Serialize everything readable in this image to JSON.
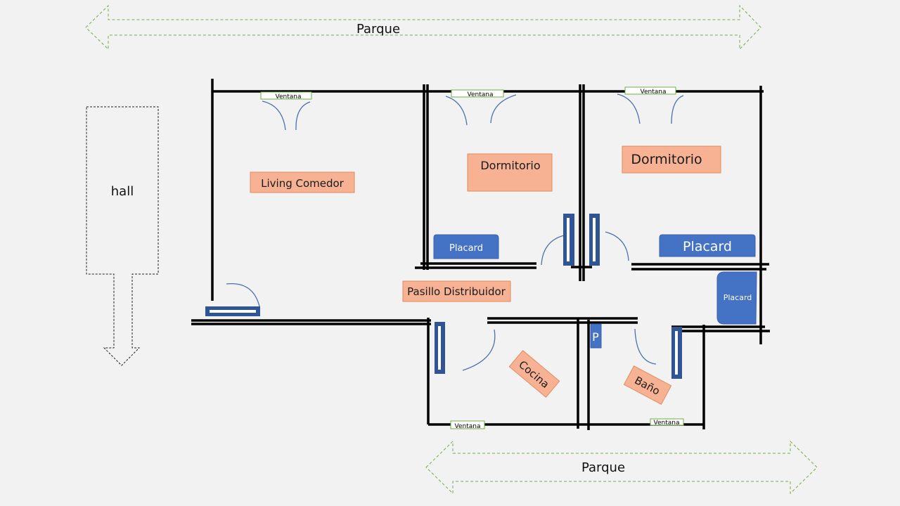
{
  "park_top": {
    "label": "Parque"
  },
  "park_bottom": {
    "label": "Parque"
  },
  "hall": {
    "label": "hall"
  },
  "rooms": {
    "living": "Living  Comedor",
    "bedroom1": "Dormitorio",
    "bedroom2": "Dormitorio",
    "hallway": "Pasillo Distribuidor",
    "kitchen": "Cocina",
    "bathroom": "Baño"
  },
  "closets": {
    "closet1": "Placard",
    "closet2": "Placard",
    "closet3": "Placard",
    "pantry": "P"
  },
  "windows": {
    "living": "Ventana",
    "bedroom1": "Ventana",
    "bedroom2": "Ventana",
    "kitchen": "Ventana",
    "bathroom": "Ventana"
  },
  "colors": {
    "background": "#f2f2f2",
    "room_label": "#f6b293",
    "closet": "#4472c4",
    "door": "#2f5597",
    "park_arrow": "#70ad47"
  }
}
